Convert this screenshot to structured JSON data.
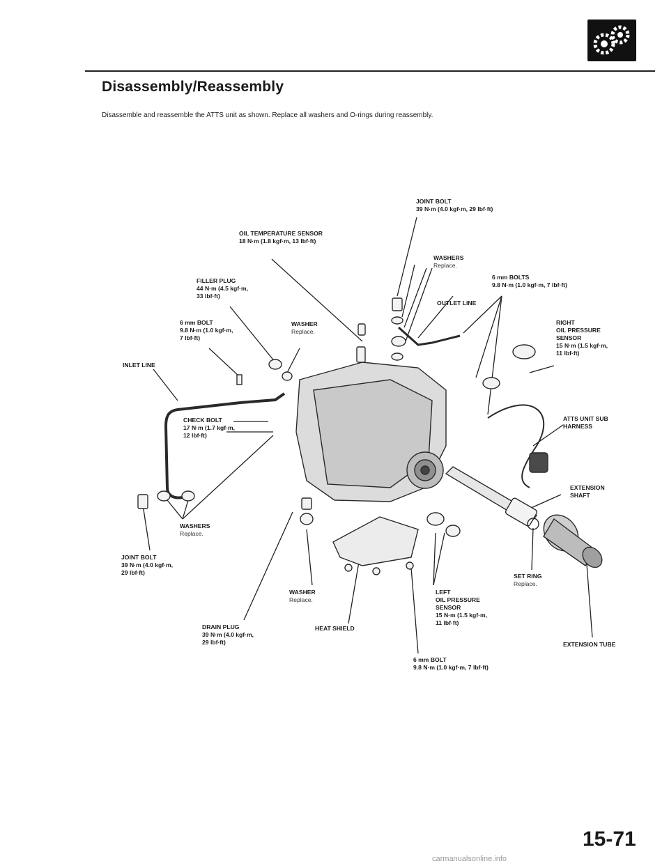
{
  "page": {
    "title": "Disassembly/Reassembly",
    "intro": "Disassemble and reassemble the ATTS unit as shown. Replace all washers and O-rings during reassembly.",
    "logo_icon": "gear-pair-icon",
    "page_number": "15-71",
    "footer": "carmanualsonline.info"
  },
  "labels": {
    "joint_bolt_top": {
      "name": "JOINT BOLT",
      "spec": "39 N·m (4.0 kgf·m, 29 lbf·ft)"
    },
    "oil_temp_sensor": {
      "name": "OIL TEMPERATURE SENSOR",
      "spec": "18 N·m (1.8 kgf·m, 13 lbf·ft)"
    },
    "washers_top": {
      "name": "WASHERS",
      "note": "Replace."
    },
    "bolts_6mm_top": {
      "name": "6 mm BOLTS",
      "spec": "9.8 N·m (1.0 kgf·m, 7 lbf·ft)"
    },
    "filler_plug": {
      "name": "FILLER PLUG",
      "spec1": "44 N·m (4.5 kgf·m,",
      "spec2": "33 lbf·ft)"
    },
    "outlet_line": {
      "name": "OUTLET LINE"
    },
    "bolt_6mm_left": {
      "name": "6 mm BOLT",
      "spec1": "9.8 N·m (1.0 kgf·m,",
      "spec2": "7 lbf·ft)"
    },
    "washer_mid": {
      "name": "WASHER",
      "note": "Replace."
    },
    "right_sensor": {
      "name1": "RIGHT",
      "name2": "OIL PRESSURE",
      "name3": "SENSOR",
      "spec1": "15 N·m (1.5 kgf·m,",
      "spec2": "11 lbf·ft)"
    },
    "inlet_line": {
      "name": "INLET LINE"
    },
    "check_bolt": {
      "name": "CHECK BOLT",
      "spec1": "17 N·m (1.7 kgf·m,",
      "spec2": "12 lbf·ft)"
    },
    "sub_harness": {
      "name1": "ATTS UNIT SUB",
      "name2": "HARNESS"
    },
    "extension_shaft": {
      "name1": "EXTENSION",
      "name2": "SHAFT"
    },
    "washers_left": {
      "name": "WASHERS",
      "note": "Replace."
    },
    "joint_bolt_left": {
      "name": "JOINT BOLT",
      "spec1": "39 N·m (4.0 kgf·m,",
      "spec2": "29 lbf·ft)"
    },
    "set_ring": {
      "name": "SET RING",
      "note": "Replace."
    },
    "washer_low": {
      "name": "WASHER",
      "note": "Replace."
    },
    "left_sensor": {
      "name1": "LEFT",
      "name2": "OIL PRESSURE",
      "name3": "SENSOR",
      "spec1": "15 N·m (1.5 kgf·m,",
      "spec2": "11 lbf·ft)"
    },
    "drain_plug": {
      "name": "DRAIN PLUG",
      "spec1": "39 N·m (4.0 kgf·m,",
      "spec2": "29 lbf·ft)"
    },
    "heat_shield": {
      "name": "HEAT SHIELD"
    },
    "extension_tube": {
      "name": "EXTENSION TUBE"
    },
    "bolt_6mm_bottom": {
      "name": "6 mm BOLT",
      "spec": "9.8 N·m (1.0 kgf·m, 7 lbf·ft)"
    }
  }
}
